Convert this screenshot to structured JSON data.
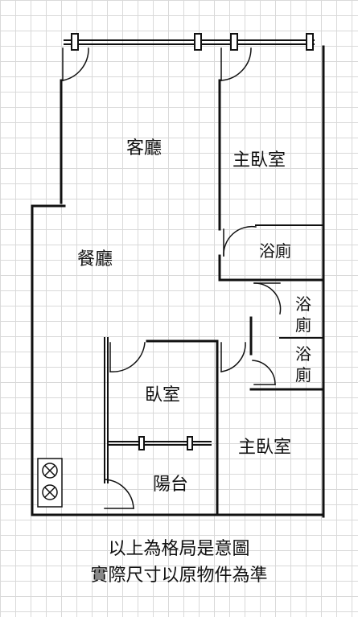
{
  "rooms": {
    "living_room": "客廳",
    "dining_room": "餐廳",
    "master_bedroom_top": "主臥室",
    "bathroom_master": "浴廁",
    "bathroom_mid_1": "浴廁",
    "bathroom_mid_2": "浴廁",
    "bedroom": "臥室",
    "balcony": "陽台",
    "master_bedroom_bottom": "主臥室"
  },
  "footer": {
    "line1": "以上為格局是意圖",
    "line2": "實際尺寸以原物件為準"
  }
}
